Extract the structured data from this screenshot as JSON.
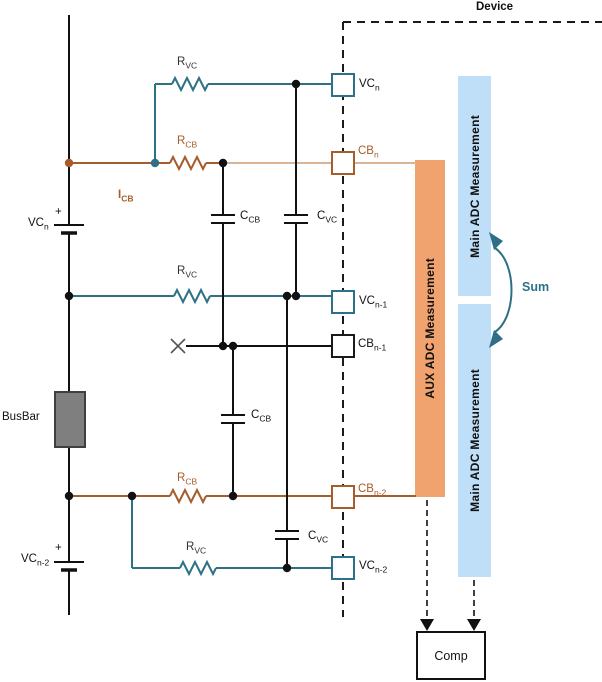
{
  "device": {
    "label": "Device"
  },
  "pins": {
    "vcn": {
      "base": "VC",
      "sub": "n"
    },
    "cbn": {
      "base": "CB",
      "sub": "n"
    },
    "vcn1": {
      "base": "VC",
      "sub": "n-1"
    },
    "cbn1": {
      "base": "CB",
      "sub": "n-1"
    },
    "cbn2": {
      "base": "CB",
      "sub": "n-2"
    },
    "vcn2": {
      "base": "VC",
      "sub": "n-2"
    }
  },
  "components": {
    "rvc1": {
      "base": "R",
      "sub": "VC"
    },
    "rcb1": {
      "base": "R",
      "sub": "CB"
    },
    "icb": {
      "base": "I",
      "sub": "CB"
    },
    "ccb1": {
      "base": "C",
      "sub": "CB"
    },
    "cvc1": {
      "base": "C",
      "sub": "VC"
    },
    "rvc2": {
      "base": "R",
      "sub": "VC"
    },
    "ccb2": {
      "base": "C",
      "sub": "CB"
    },
    "rcb2": {
      "base": "R",
      "sub": "CB"
    },
    "cvc2": {
      "base": "C",
      "sub": "VC"
    },
    "rvc3": {
      "base": "R",
      "sub": "VC"
    }
  },
  "batteries": {
    "top": {
      "base": "VC",
      "sub": "n",
      "plus": "+"
    },
    "bottom": {
      "base": "VC",
      "sub": "n-2",
      "plus": "+"
    }
  },
  "busbar": {
    "label": "BusBar"
  },
  "bars": {
    "aux": {
      "label": "AUX ADC Measurement"
    },
    "main_top": {
      "label": "Main ADC Measurement"
    },
    "main_bottom": {
      "label": "Main ADC Measurement"
    },
    "sum": {
      "label": "Sum"
    }
  },
  "comp": {
    "label": "Comp"
  },
  "colors": {
    "teal": "#2E7186",
    "brown": "#A65C2B",
    "tan_wire": "#D9B496",
    "aux_bar": "#F0A36E",
    "main_bar": "#BFDFF8",
    "busbar_fill": "#7F7F7F",
    "wire_black": "#111111"
  }
}
